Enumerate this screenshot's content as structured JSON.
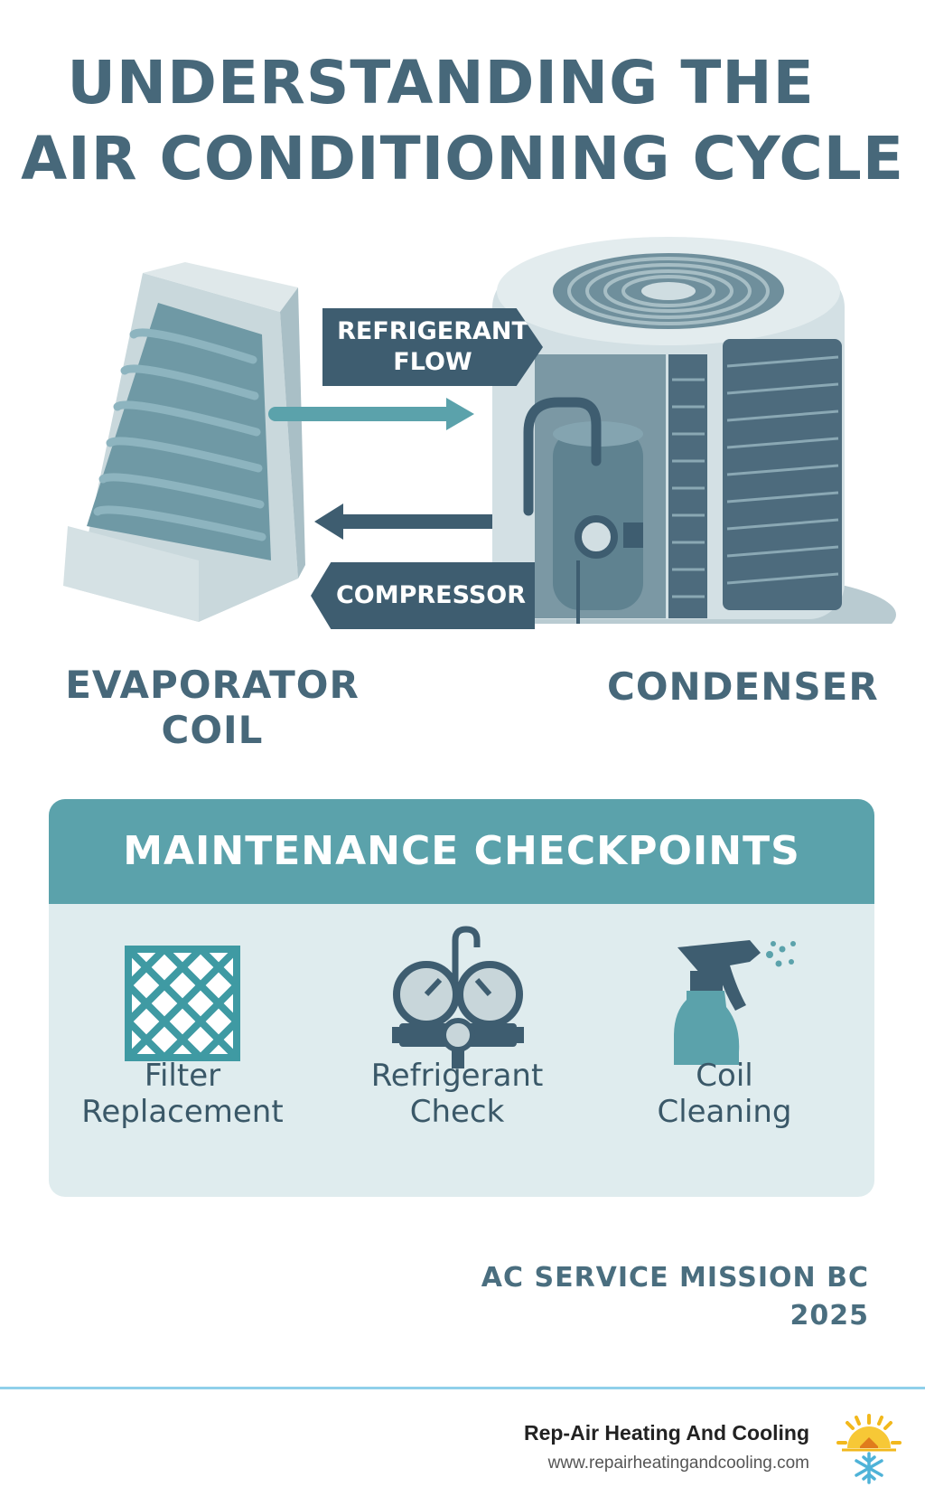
{
  "title": {
    "line1": "UNDERSTANDING THE",
    "line2": "AIR CONDITIONING CYCLE"
  },
  "diagram": {
    "flow_tag": "REFRIGERANT\nFLOW",
    "compressor_tag": "COMPRESSOR",
    "evaporator_label": "EVAPORATOR\nCOIL",
    "condenser_label": "CONDENSER"
  },
  "maintenance": {
    "heading": "MAINTENANCE CHECKPOINTS",
    "items": [
      {
        "label": "Filter\nReplacement",
        "icon": "filter-icon"
      },
      {
        "label": "Refrigerant\nCheck",
        "icon": "gauge-manifold-icon"
      },
      {
        "label": "Coil\nCleaning",
        "icon": "spray-bottle-icon"
      }
    ]
  },
  "footer": {
    "line1": "AC SERVICE MISSION BC",
    "line2": "2025"
  },
  "brand": {
    "name": "Rep-Air Heating And Cooling",
    "url": "www.repairheatingandcooling.com"
  },
  "colors": {
    "teal": "#5ba2ab",
    "navy": "#3e5d70",
    "panel": "#dfecee"
  }
}
